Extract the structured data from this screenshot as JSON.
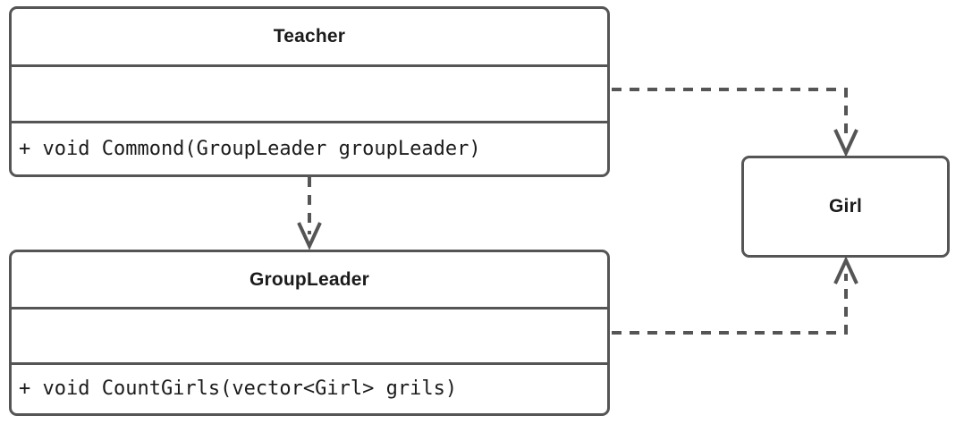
{
  "diagram": {
    "type": "uml-class-diagram",
    "title": "",
    "stroke_color": "#555555",
    "fill_color": "#ffffff",
    "text_color": "#1b1b1b",
    "classes": [
      {
        "id": "teacher",
        "name": "Teacher",
        "attributes": [],
        "attributes_text": "",
        "methods": [
          "+ void Commond(GroupLeader groupLeader)"
        ],
        "methods_text": "+ void Commond(GroupLeader groupLeader)",
        "compartments": 3
      },
      {
        "id": "groupleader",
        "name": "GroupLeader",
        "attributes": [],
        "attributes_text": "",
        "methods": [
          "+ void CountGirls(vector<Girl> grils)"
        ],
        "methods_text": "+ void CountGirls(vector<Girl> grils)",
        "compartments": 3
      },
      {
        "id": "girl",
        "name": "Girl",
        "attributes": [],
        "attributes_text": "",
        "methods": [],
        "methods_text": "",
        "compartments": 1
      }
    ],
    "relationships": [
      {
        "id": "teacher-to-groupleader",
        "from": "Teacher",
        "to": "GroupLeader",
        "kind": "dependency",
        "line_style": "dashed",
        "arrow_head": "open",
        "label": ""
      },
      {
        "id": "teacher-to-girl",
        "from": "Teacher",
        "to": "Girl",
        "kind": "dependency",
        "line_style": "dashed",
        "arrow_head": "open",
        "label": ""
      },
      {
        "id": "groupleader-to-girl",
        "from": "GroupLeader",
        "to": "Girl",
        "kind": "dependency",
        "line_style": "dashed",
        "arrow_head": "open",
        "label": ""
      }
    ]
  }
}
